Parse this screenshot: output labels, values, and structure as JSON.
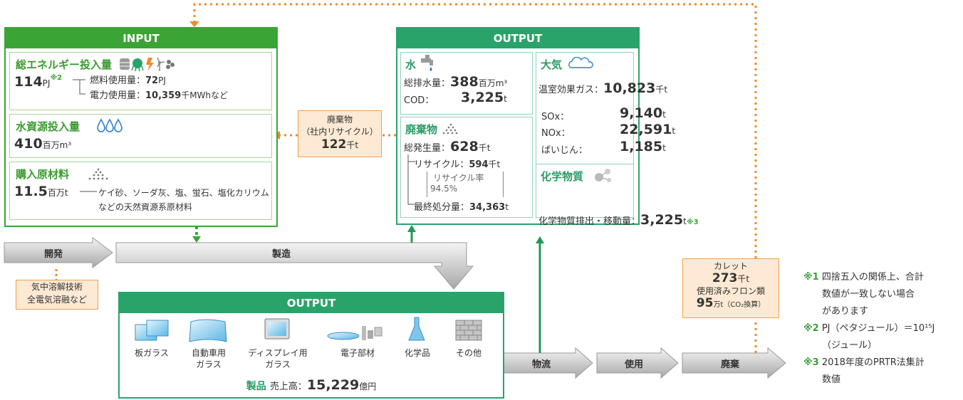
{
  "input": {
    "header": "INPUT",
    "energy": {
      "title": "総エネルギー投入量",
      "value": "114",
      "unit": "PJ",
      "note_mark": "※2",
      "fuel_label": "燃料使用量：",
      "fuel_value": "72",
      "fuel_unit": "PJ",
      "power_label": "電力使用量：",
      "power_value": "10,359",
      "power_unit": "千MWhなど"
    },
    "water": {
      "title": "水資源投入量",
      "value": "410",
      "unit": "百万m³"
    },
    "materials": {
      "title": "購入原材料",
      "value": "11.5",
      "unit": "百万t",
      "desc1": "ケイ砂、ソーダ灰、塩、蛍石、塩化カリウム",
      "desc2": "などの天然資源系原材料"
    }
  },
  "output_top": {
    "header": "OUTPUT",
    "water": {
      "title": "水",
      "discharge_label": "総排水量：",
      "discharge_value": "388",
      "discharge_unit": "百万m³",
      "cod_label": "COD：",
      "cod_value": "3,225",
      "cod_unit": "t"
    },
    "air": {
      "title": "大気",
      "ghg_label": "温室効果ガス：",
      "ghg_value": "10,823",
      "ghg_unit": "千t",
      "sox_label": "SOx：",
      "sox_value": "9,140",
      "sox_unit": "t",
      "nox_label": "NOx：",
      "nox_value": "22,591",
      "nox_unit": "t",
      "dust_label": "ばいじん：",
      "dust_value": "1,185",
      "dust_unit": "t"
    },
    "waste": {
      "title": "廃棄物",
      "total_label": "総発生量：",
      "total_value": "628",
      "total_unit": "千t",
      "recycle_label": "リサイクル：",
      "recycle_value": "594",
      "recycle_unit": "千t",
      "rate_label": "リサイクル率",
      "rate_value": "94.5%",
      "final_label": "最終処分量：",
      "final_value": "34,363",
      "final_unit": "t"
    },
    "chem": {
      "title": "化学物質",
      "label": "化学物質排出・移動量：",
      "value": "3,225",
      "unit": "t",
      "note_mark": "※3"
    }
  },
  "internal_recycle": {
    "line1": "廃棄物",
    "line2": "（社内リサイクル）",
    "value": "122",
    "unit": "千t"
  },
  "process": {
    "dev": "開発",
    "mfg": "製造",
    "logistics": "物流",
    "use": "使用",
    "disposal": "廃棄"
  },
  "dev_note": {
    "line1": "気中溶解技術",
    "line2": "全電気溶融など"
  },
  "cullet": {
    "line1": "カレット",
    "value1": "273",
    "unit1": "千t",
    "line2": "使用済みフロン類",
    "value2": "95",
    "unit2": "万t（CO₂換算）"
  },
  "output_bottom": {
    "header": "OUTPUT",
    "products": [
      {
        "label1": "板ガラス",
        "label2": "",
        "icon": "flat-glass-icon"
      },
      {
        "label1": "自動車用",
        "label2": "ガラス",
        "icon": "auto-glass-icon"
      },
      {
        "label1": "ディスプレイ用",
        "label2": "ガラス",
        "icon": "display-glass-icon"
      },
      {
        "label1": "電子部材",
        "label2": "",
        "icon": "electronic-parts-icon"
      },
      {
        "label1": "化学品",
        "label2": "",
        "icon": "chemicals-flask-icon"
      },
      {
        "label1": "その他",
        "label2": "",
        "icon": "brick-wall-icon"
      }
    ],
    "sales_title": "製品",
    "sales_label": "売上高：",
    "sales_value": "15,229",
    "sales_unit": "億円"
  },
  "notes": [
    {
      "mark": "※1",
      "lines": [
        "四捨五入の関係上、合計",
        "数値が一致しない場合",
        "があります"
      ]
    },
    {
      "mark": "※2",
      "lines": [
        "PJ（ペタジュール）＝10¹⁵J",
        "（ジュール）"
      ]
    },
    {
      "mark": "※3",
      "lines": [
        "2018年度のPRTR法集計",
        "数値"
      ]
    }
  ],
  "colors": {
    "green": "#3aa535",
    "teal": "#2aa36b",
    "orange": "#ef8a2a",
    "arrow_gray": "#bfbfbf"
  }
}
